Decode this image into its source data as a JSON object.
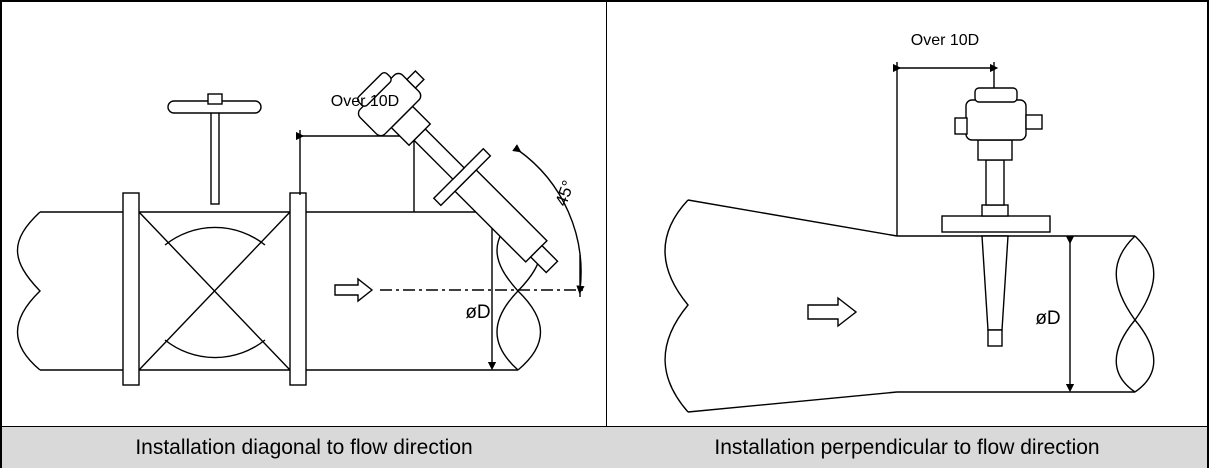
{
  "panels": [
    {
      "dimension_label": "Over 10D",
      "angle_label": "45°",
      "diameter_label": "øD",
      "caption": "Installation diagonal to flow direction"
    },
    {
      "dimension_label": "Over 10D",
      "diameter_label": "øD",
      "caption": "Installation perpendicular to flow direction"
    }
  ]
}
